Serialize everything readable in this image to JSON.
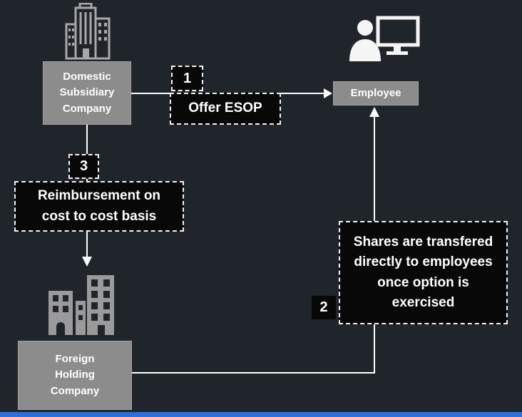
{
  "colors": {
    "background": "#20242b",
    "node_fill": "#8c8c8c",
    "step_fill": "#080808",
    "dashed_border": "#f2f2f2",
    "line": "#ffffff",
    "text": "#ffffff",
    "bottom_bar": "#2f6fd8"
  },
  "nodes": {
    "domestic_subsidiary": {
      "label": "Domestic\nSubsidiary\nCompany"
    },
    "employee": {
      "label": "Employee"
    },
    "foreign_holding": {
      "label": "Foreign\nHolding\nCompany"
    }
  },
  "steps": {
    "step1": {
      "number": "1",
      "label": "Offer ESOP"
    },
    "step2": {
      "number": "2",
      "label": "Shares are transfered\ndirectly to employees\nonce option is\nexercised"
    },
    "step3": {
      "number": "3",
      "label": "Reimbursement on\ncost to cost basis"
    }
  },
  "icons": {
    "domestic": "office-building-icon",
    "employee": "person-at-computer-icon",
    "foreign": "city-buildings-icon"
  }
}
